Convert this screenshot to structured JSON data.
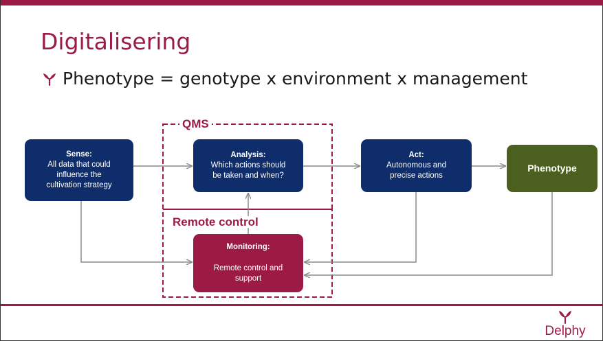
{
  "slide": {
    "title": "Digitalisering",
    "bullet": "Phenotype = genotype x environment x management"
  },
  "diagram": {
    "sense": {
      "heading": "Sense:",
      "line1": "All data that could",
      "line2": "influence the",
      "line3": "cultivation strategy"
    },
    "analysis": {
      "heading": "Analysis:",
      "line1": "Which actions should",
      "line2": "be taken and when?"
    },
    "act": {
      "heading": "Act:",
      "line1": "Autonomous and",
      "line2": "precise actions"
    },
    "phenotype": {
      "label": "Phenotype"
    },
    "monitoring": {
      "heading": "Monitoring:",
      "line1": "Remote control and",
      "line2": "support"
    },
    "groups": {
      "qms": "QMS",
      "remote": "Remote control"
    }
  },
  "logo": {
    "text": "Delphy"
  },
  "colors": {
    "brand": "#9c1b45",
    "navy": "#0f2d6b",
    "olive": "#4b5f1f",
    "connector": "#8a8a8a"
  },
  "icons": {
    "bullet": "sprout-icon",
    "logo": "delphy-sprout-icon"
  }
}
